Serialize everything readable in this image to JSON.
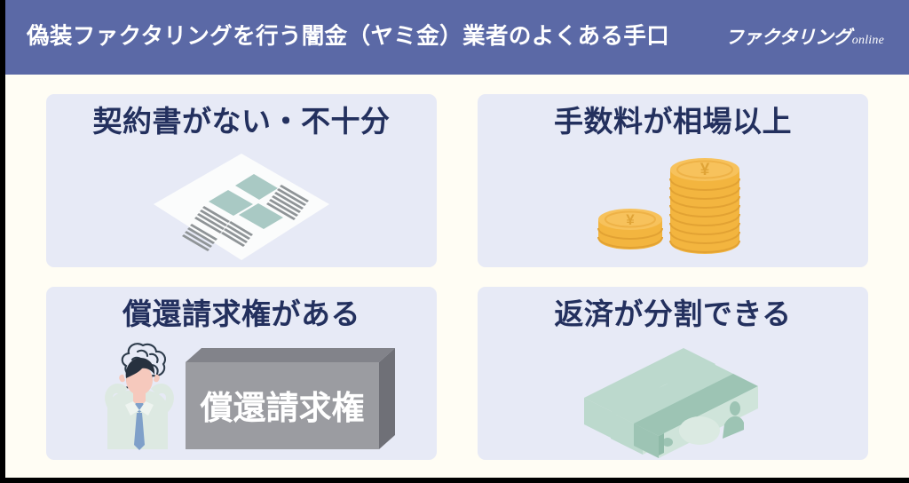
{
  "header": {
    "title": "偽装ファクタリングを行う闇金（ヤミ金）業者のよくある手口",
    "logo_main": "ファクタリング",
    "logo_sub": "online",
    "background_color": "#5b69a6",
    "text_color": "#ffffff"
  },
  "page": {
    "background_color": "#fffdf4",
    "frame_color": "#000000",
    "card_background_color": "#e7eaf6",
    "card_title_color": "#23305e"
  },
  "cards": [
    {
      "title": "契約書がない・不十分",
      "icon": "contract-document-icon",
      "icon_colors": {
        "paper": "#fbfcfc",
        "block": "#a9c9c4",
        "line": "#8f9497"
      }
    },
    {
      "title": "手数料が相場以上",
      "icon": "yen-coin-stack-icon",
      "icon_colors": {
        "coin": "#f3b53f",
        "coin_edge": "#e2a233",
        "coin_face": "#f7c25c",
        "symbol": "#e0a437"
      },
      "symbol": "¥"
    },
    {
      "title": "償還請求権がある",
      "icon": "recourse-burden-icon",
      "block_label": "償還請求権",
      "icon_colors": {
        "block_front": "#9b9ca1",
        "block_top": "#82838a",
        "block_side": "#6f7077",
        "block_text": "#ffffff",
        "hair": "#27313f",
        "skin": "#f6c9bd",
        "shirt": "#dde9e2",
        "tie": "#7fa0c9",
        "scribble": "#2c3a4a"
      }
    },
    {
      "title": "返済が分割できる",
      "icon": "banknotes-icon",
      "icon_colors": {
        "note": "#bcd9cd",
        "note_light": "#cfe4da",
        "note_accent": "#9dc4b4"
      }
    }
  ]
}
